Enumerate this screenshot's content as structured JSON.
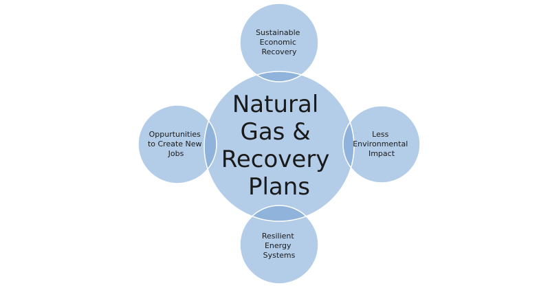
{
  "diagram": {
    "type": "radial-venn",
    "colors": {
      "fill": "#b3cde8",
      "overlap": "#8fb3db",
      "outline": "#ffffff",
      "text": "#1a1a1a",
      "background": "#ffffff"
    },
    "center": {
      "lines": [
        "Natural",
        "Gas &",
        "Recovery",
        "Plans"
      ]
    },
    "satellites": [
      {
        "id": "top",
        "lines": [
          "Sustainable",
          "Economic",
          "Recovery"
        ]
      },
      {
        "id": "right",
        "lines": [
          "Less",
          "Environmental",
          "Impact"
        ]
      },
      {
        "id": "bottom",
        "lines": [
          "Resilient",
          "Energy",
          "Systems"
        ]
      },
      {
        "id": "left",
        "lines": [
          "Oppurtunities",
          "to Create New",
          "Jobs"
        ]
      }
    ]
  }
}
